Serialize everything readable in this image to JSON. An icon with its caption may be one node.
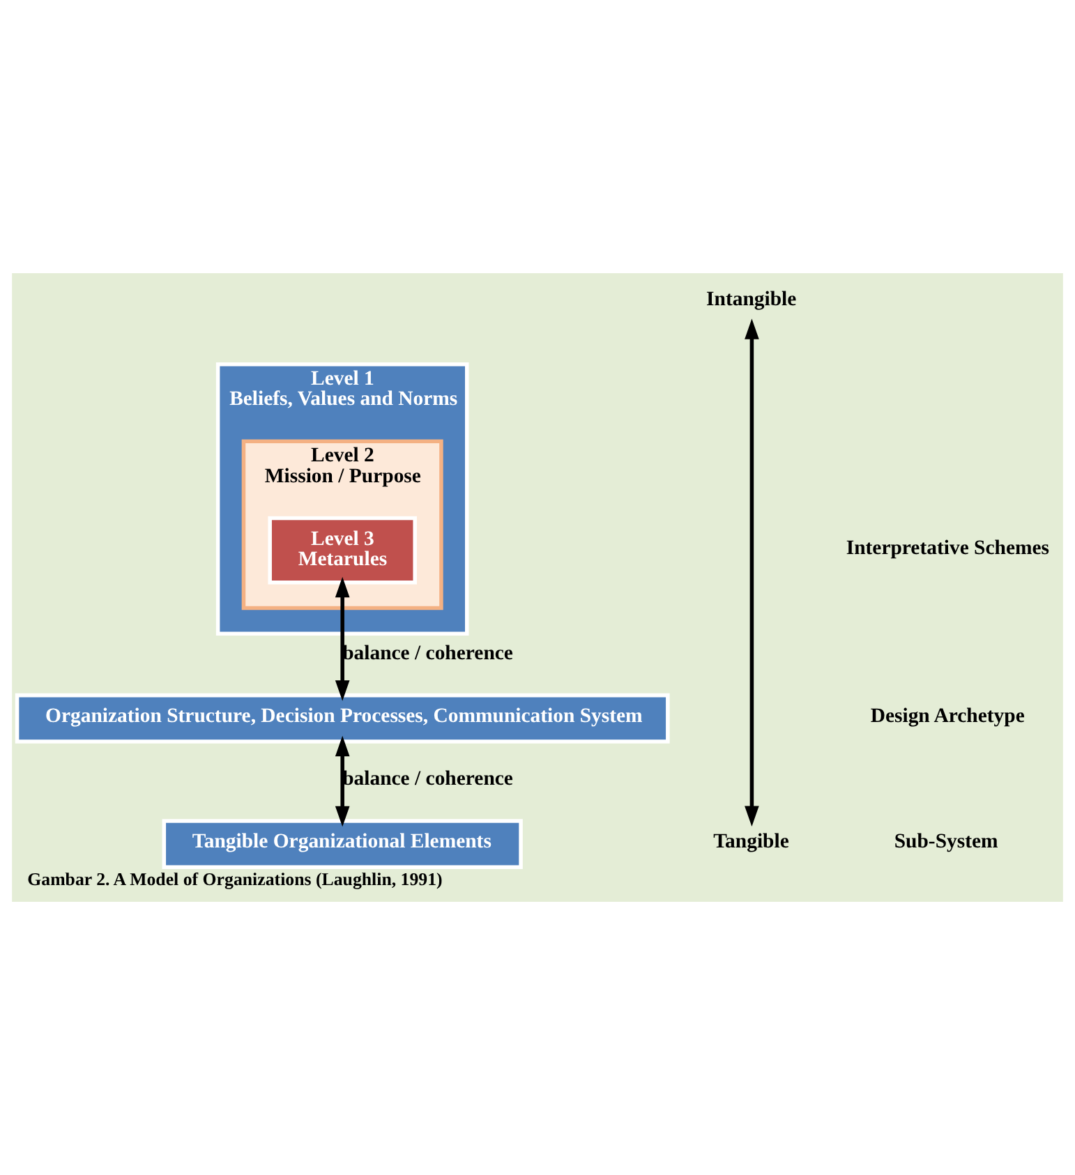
{
  "diagram": {
    "caption": "Gambar 2. A Model of Organizations (Laughlin, 1991)",
    "nodes": [
      {
        "text": [
          "Level 1",
          "Beliefs, Values and Norms"
        ]
      },
      {
        "text": [
          "Level 2",
          "Mission / Purpose"
        ],
        "in": 0
      },
      {
        "text": [
          "Level 3",
          "Metarules"
        ],
        "in": 1
      },
      {
        "text": [
          "Organization Structure, Decision Processes, Communication System"
        ]
      },
      {
        "text": [
          "Tangible Organizational Elements"
        ]
      },
      {
        "text": [
          "Intangible"
        ]
      },
      {
        "text": [
          "Tangible"
        ]
      }
    ],
    "edges": [
      {
        "from": 2,
        "to": 3,
        "arrow": "both",
        "label": "balance / coherence"
      },
      {
        "from": 3,
        "to": 4,
        "arrow": "both",
        "label": "balance / coherence"
      },
      {
        "from": 5,
        "to": 6,
        "arrow": "both"
      }
    ],
    "labels": [
      "Interpretative Schemes",
      "Design Archetype",
      "Sub-System"
    ]
  }
}
